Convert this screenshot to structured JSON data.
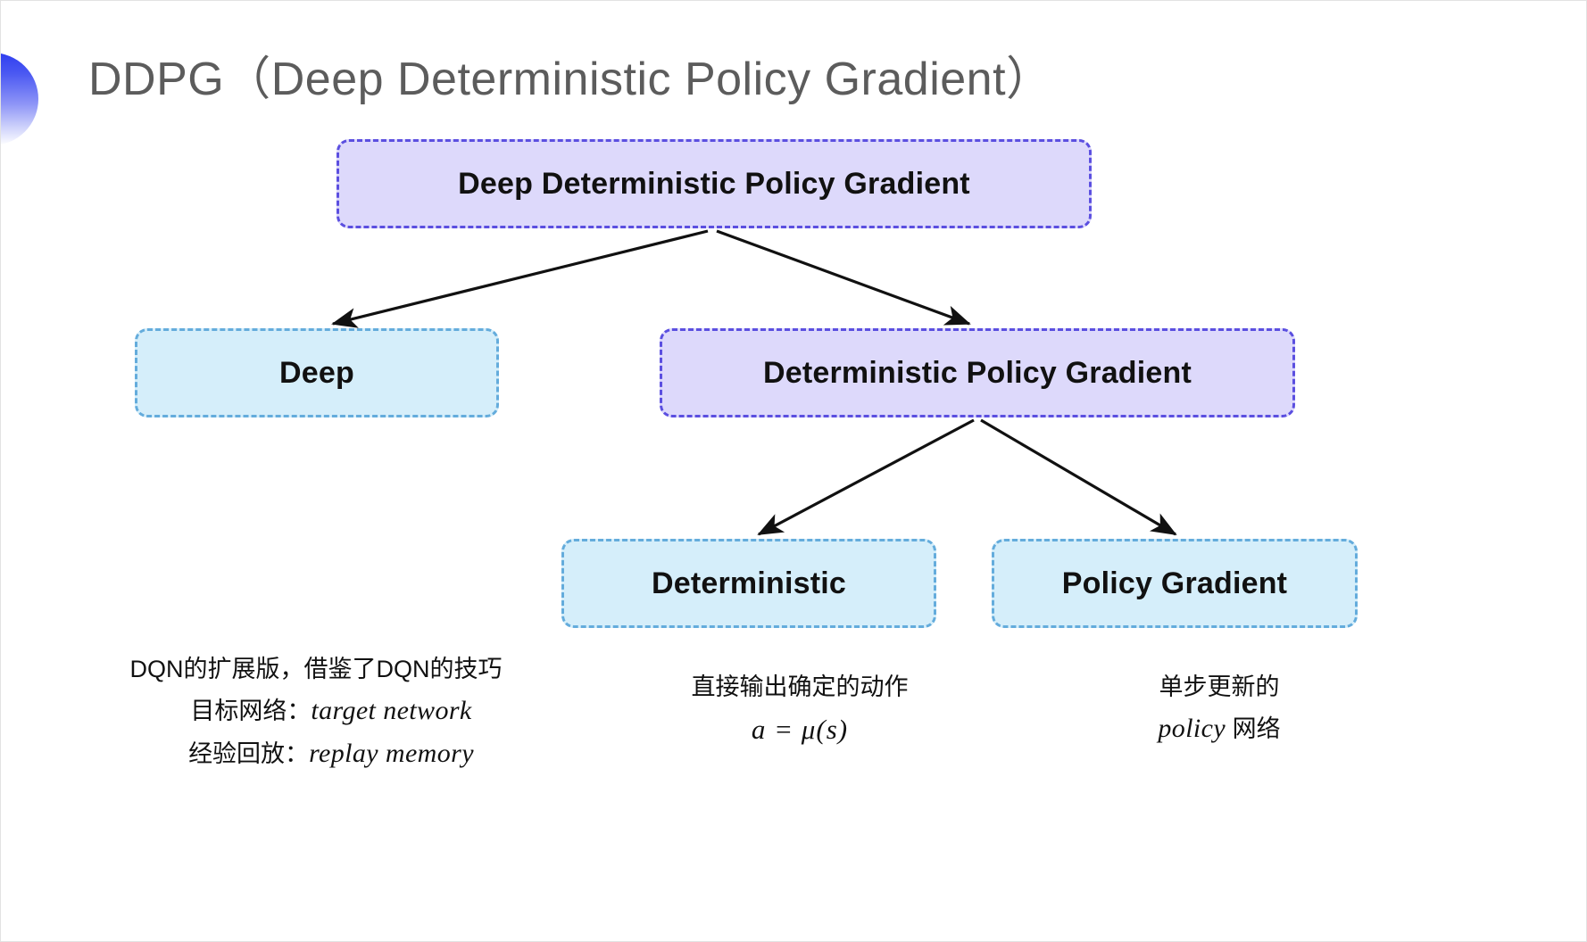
{
  "slide": {
    "title": "DDPG（Deep Deterministic Policy Gradient）",
    "background_color": "#ffffff",
    "title_color": "#5c5c5c"
  },
  "decoration": {
    "shape": "half-circle",
    "gradient_from": "#2f3ef0",
    "gradient_to": "#ffffff"
  },
  "colors": {
    "purple_fill": "#ddd9fb",
    "purple_border": "#5b4fe0",
    "blue_fill": "#d5eefa",
    "blue_border": "#64acdc",
    "arrow": "#000000"
  },
  "diagram": {
    "nodes": [
      {
        "id": "root",
        "label": "Deep Deterministic Policy Gradient",
        "style": "purple"
      },
      {
        "id": "deep",
        "label": "Deep",
        "style": "blue"
      },
      {
        "id": "dpg",
        "label": "Deterministic Policy Gradient",
        "style": "purple"
      },
      {
        "id": "det",
        "label": "Deterministic",
        "style": "blue"
      },
      {
        "id": "pg",
        "label": "Policy Gradient",
        "style": "blue"
      }
    ],
    "edges": [
      {
        "from": "root",
        "to": "deep"
      },
      {
        "from": "root",
        "to": "dpg"
      },
      {
        "from": "dpg",
        "to": "det"
      },
      {
        "from": "dpg",
        "to": "pg"
      }
    ]
  },
  "captions": {
    "deep": {
      "line1": "DQN的扩展版，借鉴了DQN的技巧",
      "line2_label": "目标网络：",
      "line2_term": "target network",
      "line3_label": "经验回放：",
      "line3_term": "replay memory"
    },
    "deterministic": {
      "line1": "直接输出确定的动作",
      "formula": "a = μ(s)"
    },
    "policy_gradient": {
      "line1": "单步更新的",
      "line2_term": "policy",
      "line2_rest": " 网络"
    }
  }
}
